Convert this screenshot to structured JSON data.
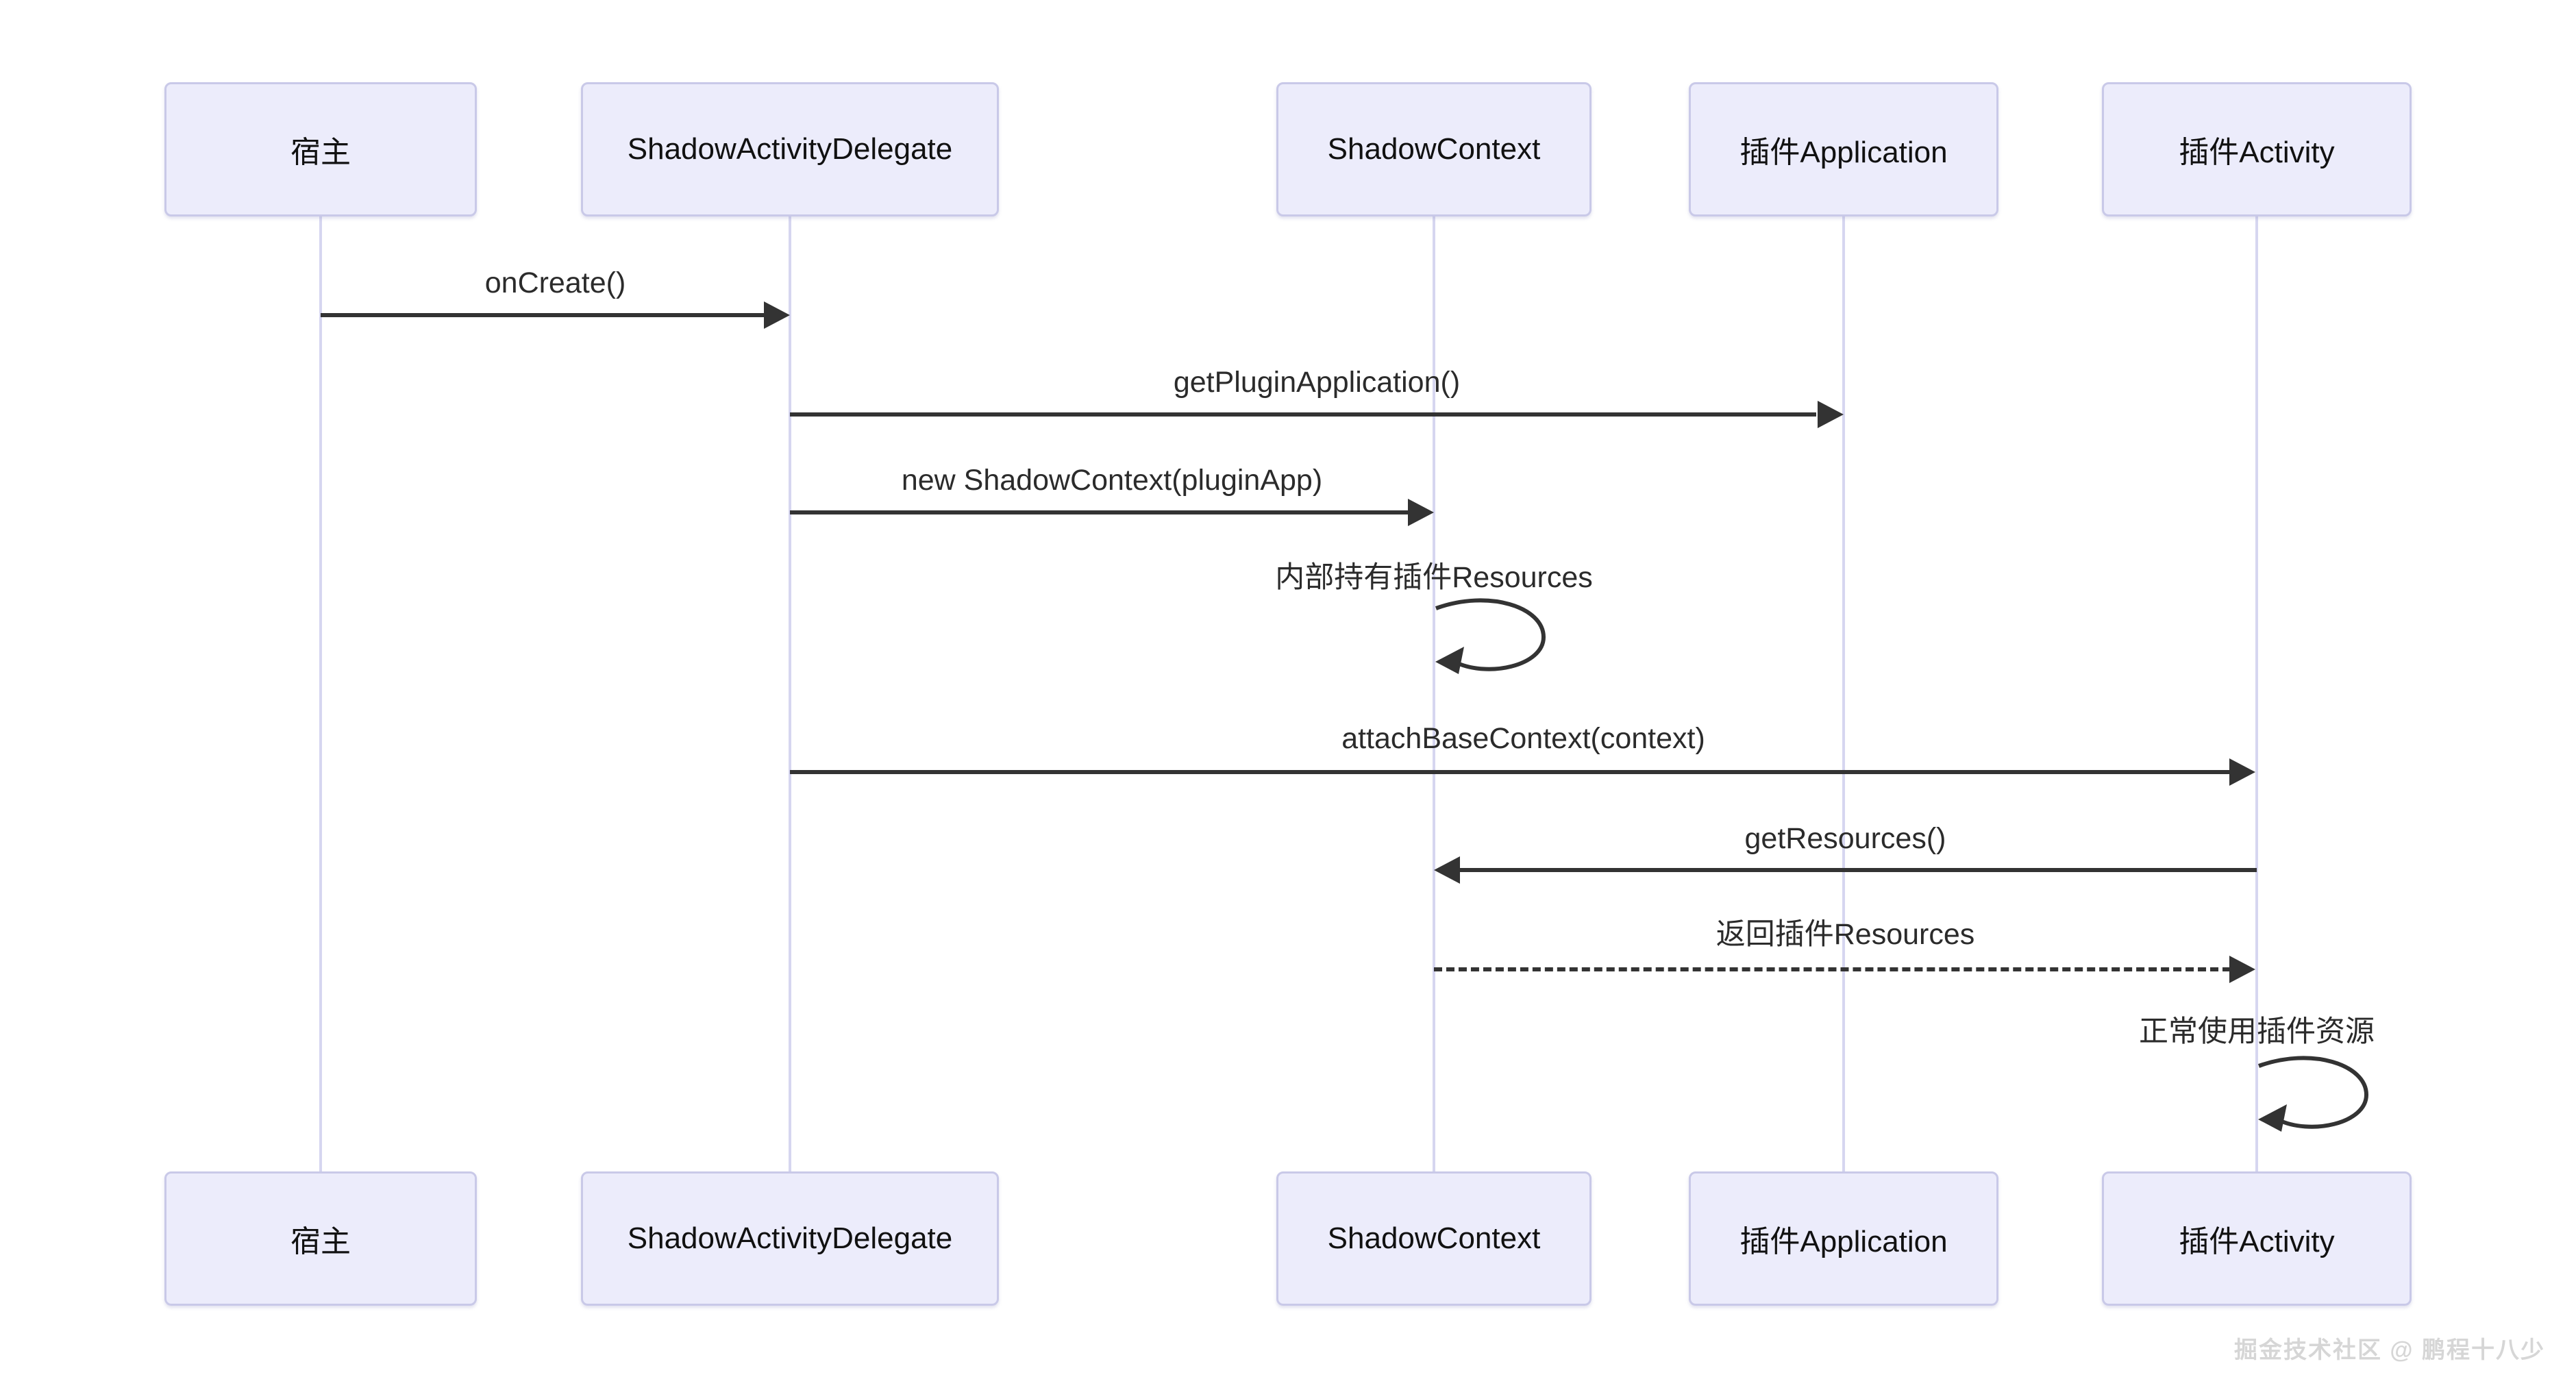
{
  "diagram": {
    "type": "sequence",
    "actors": [
      {
        "id": "host",
        "label": "宿主"
      },
      {
        "id": "delegate",
        "label": "ShadowActivityDelegate"
      },
      {
        "id": "shadow_context",
        "label": "ShadowContext"
      },
      {
        "id": "plugin_application",
        "label": "插件Application"
      },
      {
        "id": "plugin_activity",
        "label": "插件Activity"
      }
    ],
    "messages": [
      {
        "label": "onCreate()",
        "from": "host",
        "to": "delegate",
        "style": "solid"
      },
      {
        "label": "getPluginApplication()",
        "from": "delegate",
        "to": "plugin_application",
        "style": "solid"
      },
      {
        "label": "new ShadowContext(pluginApp)",
        "from": "delegate",
        "to": "shadow_context",
        "style": "solid"
      },
      {
        "label": "内部持有插件Resources",
        "from": "shadow_context",
        "to": "shadow_context",
        "style": "self-loop"
      },
      {
        "label": "attachBaseContext(context)",
        "from": "delegate",
        "to": "plugin_activity",
        "style": "solid"
      },
      {
        "label": "getResources()",
        "from": "plugin_activity",
        "to": "shadow_context",
        "style": "solid"
      },
      {
        "label": "返回插件Resources",
        "from": "shadow_context",
        "to": "plugin_activity",
        "style": "dashed"
      },
      {
        "label": "正常使用插件资源",
        "from": "plugin_activity",
        "to": "plugin_activity",
        "style": "self-loop"
      }
    ]
  },
  "colors": {
    "actor_fill": "#ececfb",
    "actor_border": "#c9c9e8",
    "lifeline": "#d6d6f0",
    "arrow": "#333333",
    "text": "#2b2b2b",
    "watermark": "#d6d6d6"
  },
  "watermark": {
    "text": "掘金技术社区 @ 鹏程十八少"
  }
}
